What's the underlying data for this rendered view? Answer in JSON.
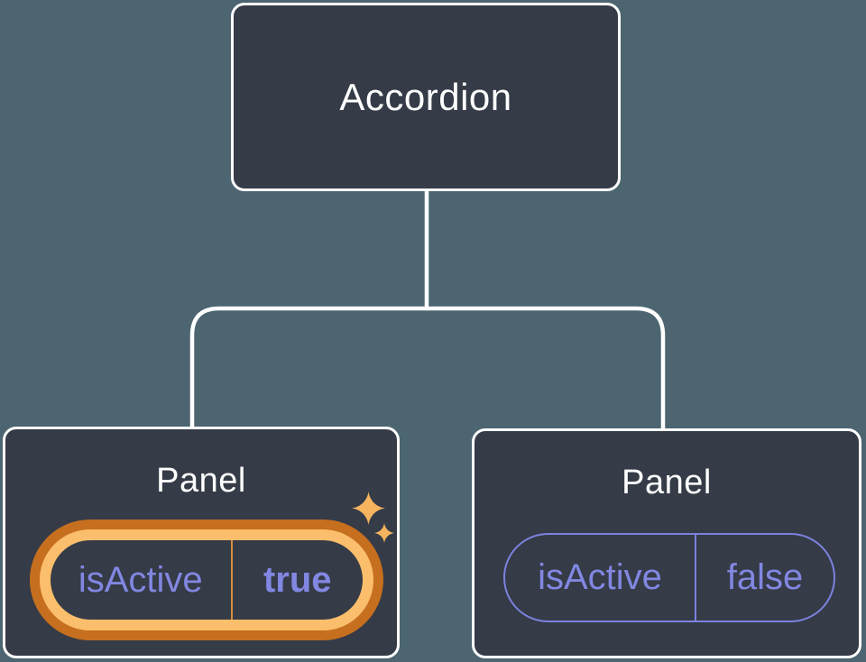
{
  "diagram_type": "component-tree",
  "tree": {
    "root": {
      "label": "Accordion"
    },
    "children": [
      {
        "label": "Panel",
        "prop": {
          "name": "isActive",
          "value": "true"
        },
        "active": true,
        "highlight_icon": "sparkles-icon"
      },
      {
        "label": "Panel",
        "prop": {
          "name": "isActive",
          "value": "false"
        },
        "active": false
      }
    ]
  },
  "colors": {
    "bg": "#4c6570",
    "node_fill": "#353b47",
    "node_border": "#ffffff",
    "line": "#ffffff",
    "text_light": "#ffffff",
    "purple": "#8287e2",
    "purple_border": "#7b82dd",
    "gold": "#fbbe6c",
    "orange": "#c66f1f",
    "gold_divider": "#d28e3e",
    "sparkle": "#f6b45e"
  }
}
